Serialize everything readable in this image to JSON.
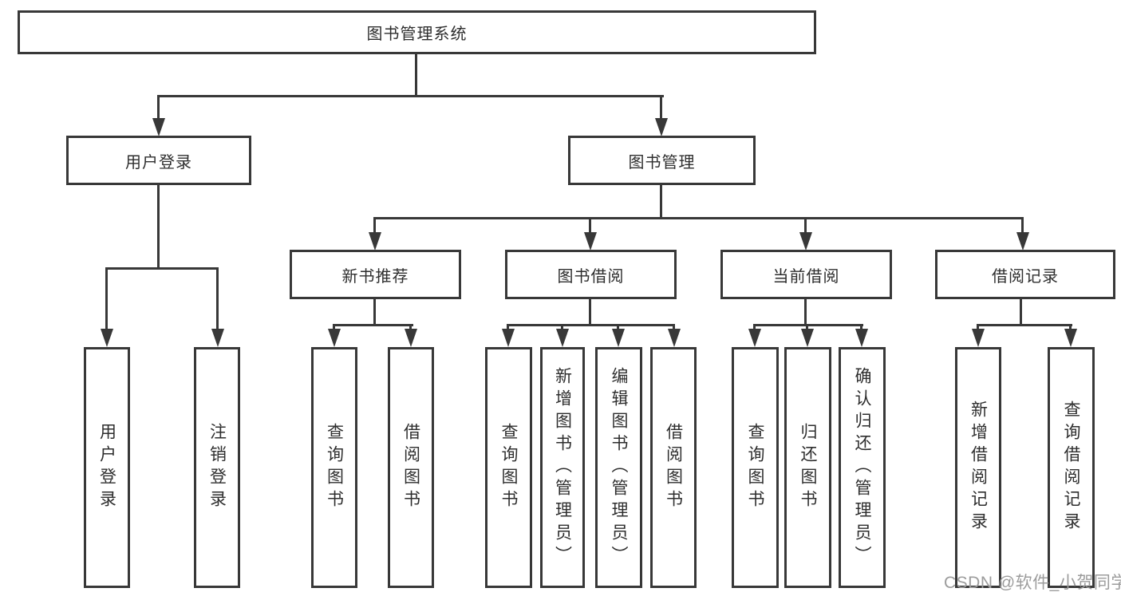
{
  "diagram": {
    "root": {
      "label": "图书管理系统"
    },
    "level2": [
      {
        "label": "用户登录"
      },
      {
        "label": "图书管理"
      }
    ],
    "level3": [
      {
        "label": "新书推荐"
      },
      {
        "label": "图书借阅"
      },
      {
        "label": "当前借阅"
      },
      {
        "label": "借阅记录"
      }
    ],
    "leaves": {
      "login": [
        "用户登录",
        "注销登录"
      ],
      "recommend": [
        "查询图书",
        "借阅图书"
      ],
      "borrow": [
        "查询图书",
        "新增图书（管理员）",
        "编辑图书（管理员）",
        "借阅图书"
      ],
      "current": [
        "查询图书",
        "归还图书",
        "确认归还（管理员）"
      ],
      "record": [
        "新增借阅记录",
        "查询借阅记录"
      ]
    },
    "colors": {
      "line": "#383838",
      "text": "#2e2e2e",
      "watermark": "#9c9c9c",
      "background": "#ffffff"
    }
  },
  "watermark": {
    "text": "CSDN @软件_小贺同学"
  }
}
